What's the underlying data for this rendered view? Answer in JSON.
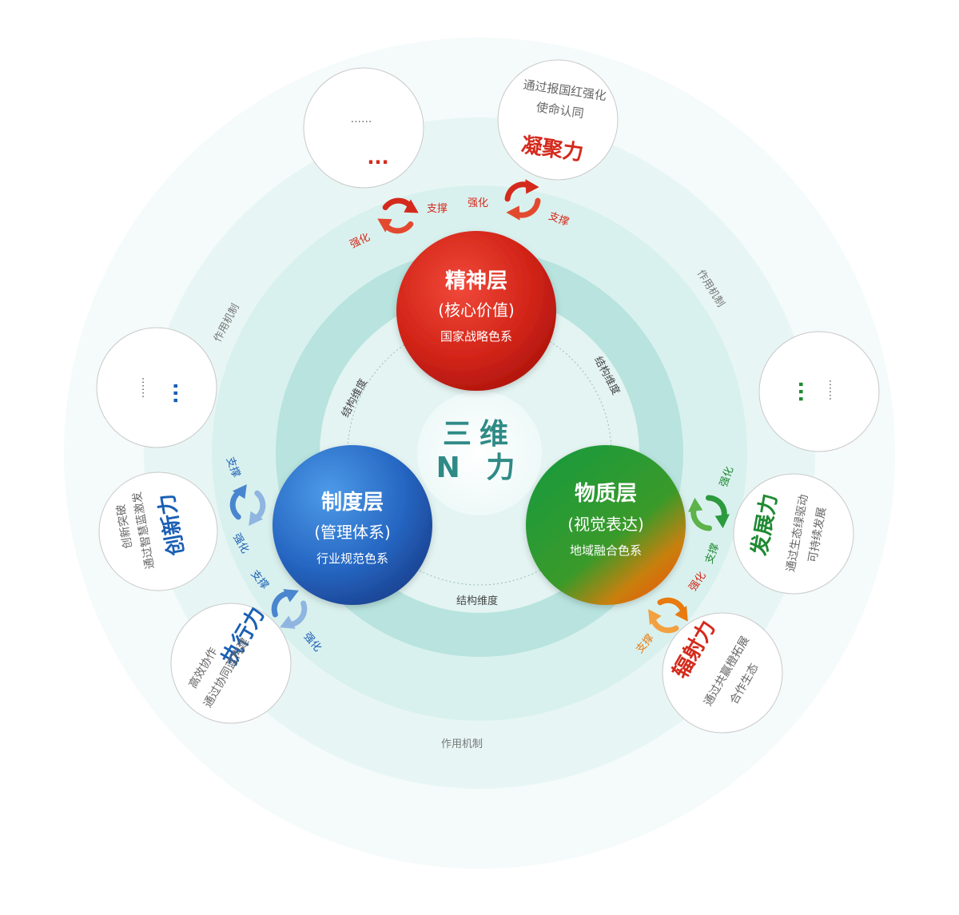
{
  "center": {
    "line1": "三维",
    "line2": "N 力"
  },
  "layers": [
    {
      "title": "精神层",
      "subtitle": "(核心价值)",
      "desc": "国家战略色系"
    },
    {
      "title": "制度层",
      "subtitle": "(管理体系)",
      "desc": "行业规范色系"
    },
    {
      "title": "物质层",
      "subtitle": "(视觉表达)",
      "desc": "地域融合色系"
    }
  ],
  "structure_label": "结构维度",
  "mechanism_label": "作用机制",
  "support_label": "支撑",
  "strengthen_label": "强化",
  "forces": [
    {
      "name": "凝聚力",
      "desc_line1": "通过报国红强化",
      "desc_line2": "使命认同"
    },
    {
      "name": "创新力",
      "desc_line1": "通过智慧蓝激发",
      "desc_line2": "创新突破"
    },
    {
      "name": "执行力",
      "desc_line1": "通过协同蓝构建",
      "desc_line2": "高效协作"
    },
    {
      "name": "发展力",
      "desc_line1": "通过生态绿驱动",
      "desc_line2": "可持续发展"
    },
    {
      "name": "辐射力",
      "desc_line1": "通过共赢橙拓展",
      "desc_line2": "合作生态"
    }
  ],
  "placeholders": {
    "dots_small": "......",
    "dots_big": "..."
  },
  "colors": {
    "red": "#d42a1c",
    "blue": "#1a5fb4",
    "green": "#1f8a32",
    "orange": "#e87a10",
    "teal_text": "#2f8a86",
    "ring_light": "#eef8f7",
    "ring_mid": "#d8f0ee",
    "ring_core": "#a9dcd7"
  }
}
